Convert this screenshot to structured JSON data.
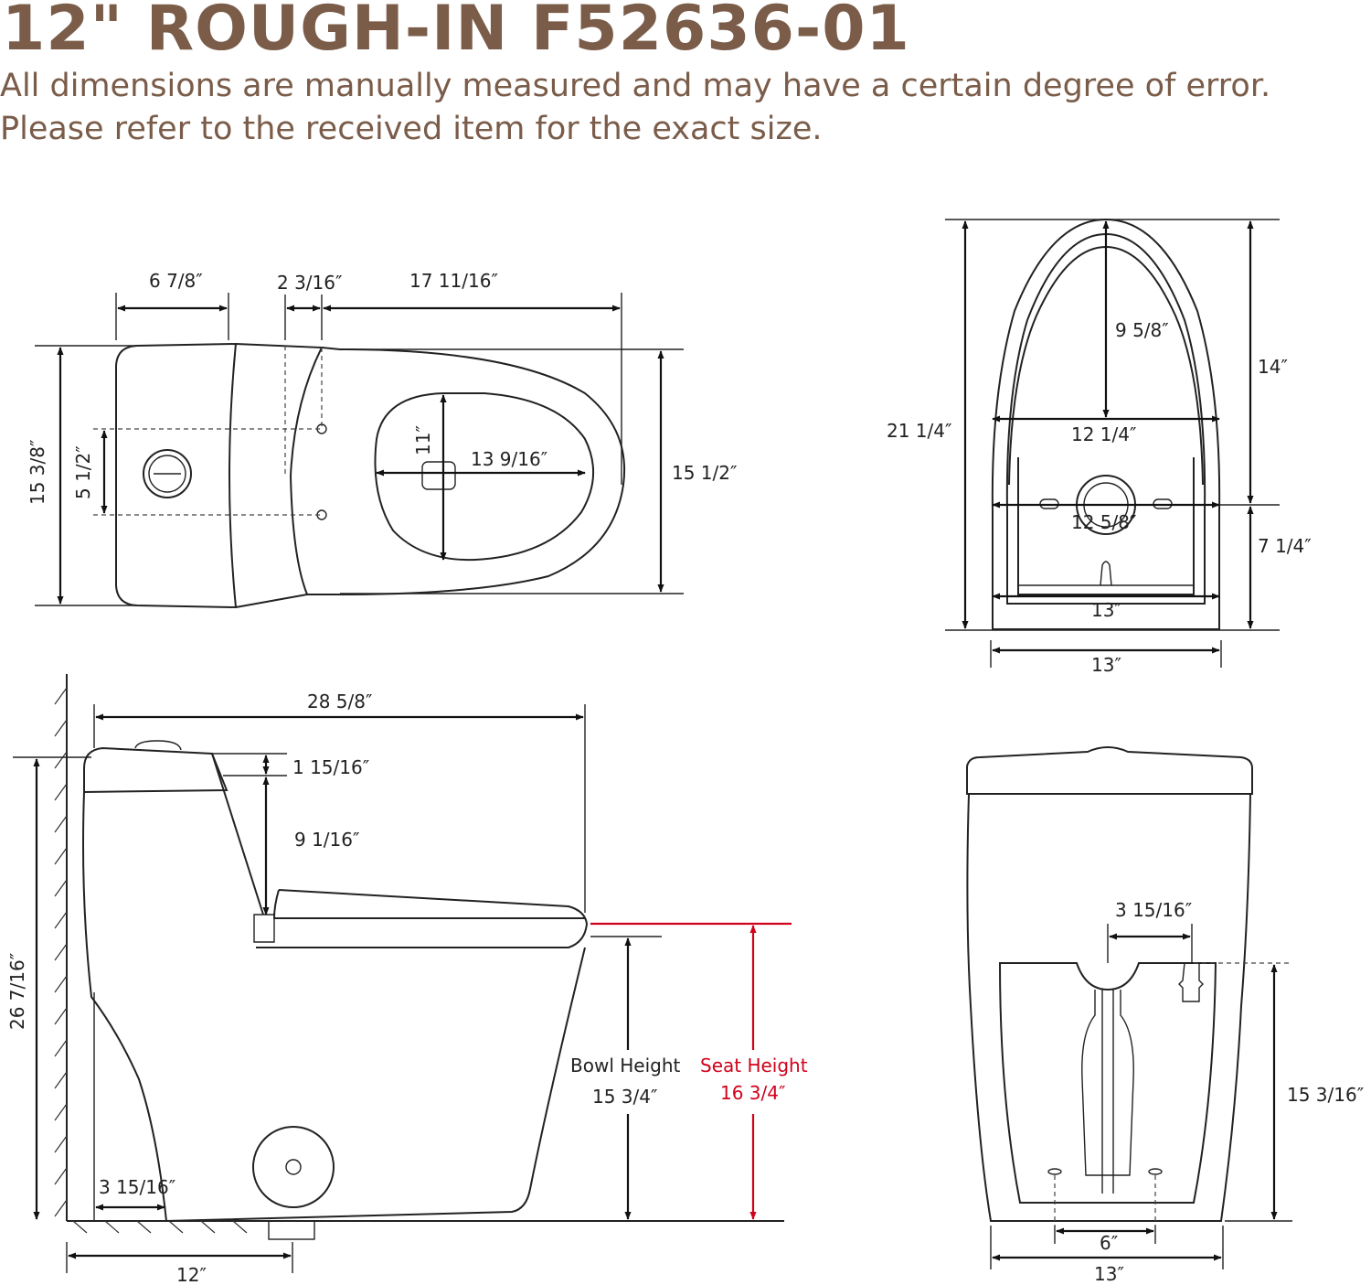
{
  "header": {
    "title": "12\" ROUGH-IN F52636-01",
    "line1": "All dimensions are manually measured and may have a certain degree of error.",
    "line2": "Please refer to the received item for the exact size."
  },
  "colors": {
    "heading": "#7a5c49",
    "seat_height": "#d0021b",
    "line": "#222222"
  },
  "top_view": {
    "tank_width": "6 7/8″",
    "gap": "2 3/16″",
    "bowl_length": "17 11/16″",
    "tank_depth": "15 3/8″",
    "bolt_spacing": "5 1/2″",
    "bowl_depth": "11″",
    "opening_length": "13 9/16″",
    "overall_width": "15 1/2″"
  },
  "front_top_view": {
    "inner_length": "9 5/8″",
    "upper_width": "12 1/4″",
    "mid_width": "12 5/8″",
    "base_inner": "13″",
    "base_outer": "13″",
    "overall_length": "21 1/4″",
    "upper_length": "14″",
    "lower_length": "7 1/4″"
  },
  "side_view": {
    "overall_length": "28 5/8″",
    "lid_thickness": "1 15/16″",
    "tank_to_seat": "9 1/16″",
    "overall_height": "26 7/16″",
    "wall_gap": "3 15/16″",
    "rough_in": "12″",
    "bowl_height_label": "Bowl Height",
    "bowl_height": "15 3/4″",
    "seat_height_label": "Seat Height",
    "seat_height": "16 3/4″"
  },
  "rear_view": {
    "inlet_offset": "3 15/16″",
    "inlet_height": "15 3/16″",
    "bolt_spacing": "6″",
    "base_width": "13″"
  }
}
